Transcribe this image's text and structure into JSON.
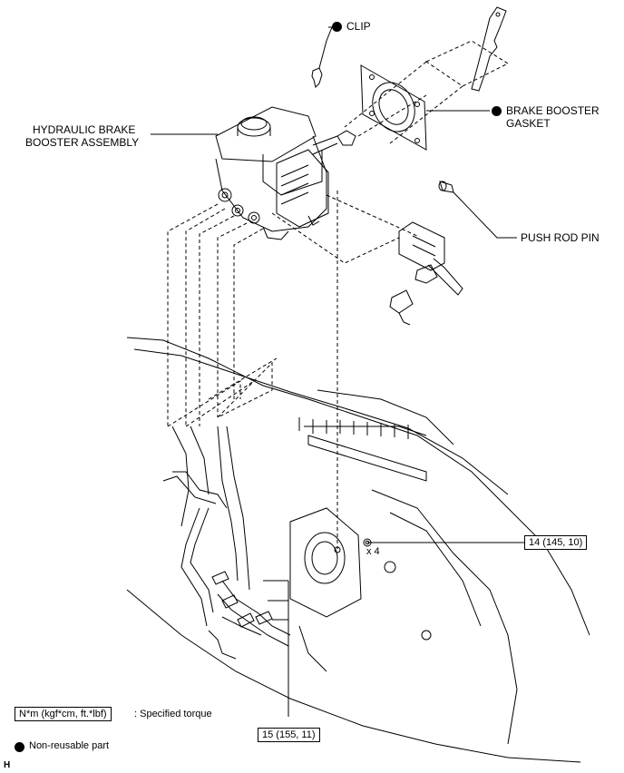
{
  "labels": {
    "clip": "CLIP",
    "hydraulic_line1": "HYDRAULIC BRAKE",
    "hydraulic_line2": "BOOSTER ASSEMBLY",
    "gasket_line1": "BRAKE BOOSTER",
    "gasket_line2": "GASKET",
    "push_rod_pin": "PUSH ROD PIN",
    "quantity": "x 4"
  },
  "torque": {
    "nut": "14 (145, 10)",
    "lines": "15 (155, 11)"
  },
  "legend": {
    "unit_box": "N*m (kgf*cm, ft.*lbf)",
    "unit_text": ": Specified torque",
    "non_reusable": "Non-reusable part"
  },
  "corner_code": "H"
}
